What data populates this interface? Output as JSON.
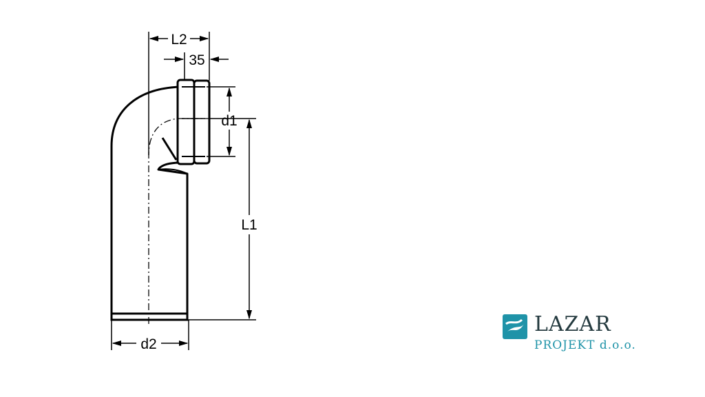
{
  "diagram": {
    "labels": {
      "L2": "L2",
      "dim35": "35",
      "d1": "d1",
      "L1": "L1",
      "d2": "d2"
    }
  },
  "logo": {
    "title": "LAZAR",
    "subtitle": "PROJEKT d.o.o.",
    "colors": {
      "mark": "#1f93a8",
      "title": "#243a3f",
      "subtitle": "#1f93a8"
    }
  }
}
